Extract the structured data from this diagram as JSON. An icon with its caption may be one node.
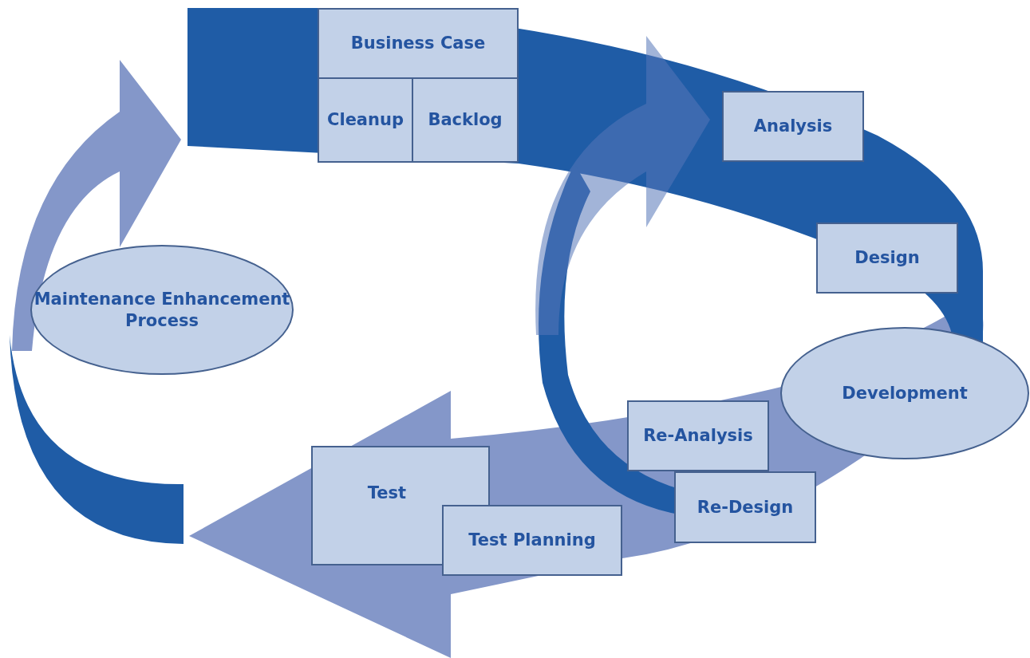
{
  "diagram": {
    "nodes": [
      {
        "text": [
          "Business Case"
        ]
      },
      {
        "text": [
          "Cleanup"
        ]
      },
      {
        "text": [
          "Backlog"
        ]
      },
      {
        "text": [
          "Analysis"
        ]
      },
      {
        "text": [
          "Design"
        ]
      },
      {
        "text": [
          "Development"
        ]
      },
      {
        "text": [
          "Re-Analysis"
        ]
      },
      {
        "text": [
          "Re-Design"
        ]
      },
      {
        "text": [
          "Test"
        ]
      },
      {
        "text": [
          "Test Planning"
        ]
      },
      {
        "text": [
          "Maintenance Enhancement Process"
        ]
      }
    ]
  }
}
